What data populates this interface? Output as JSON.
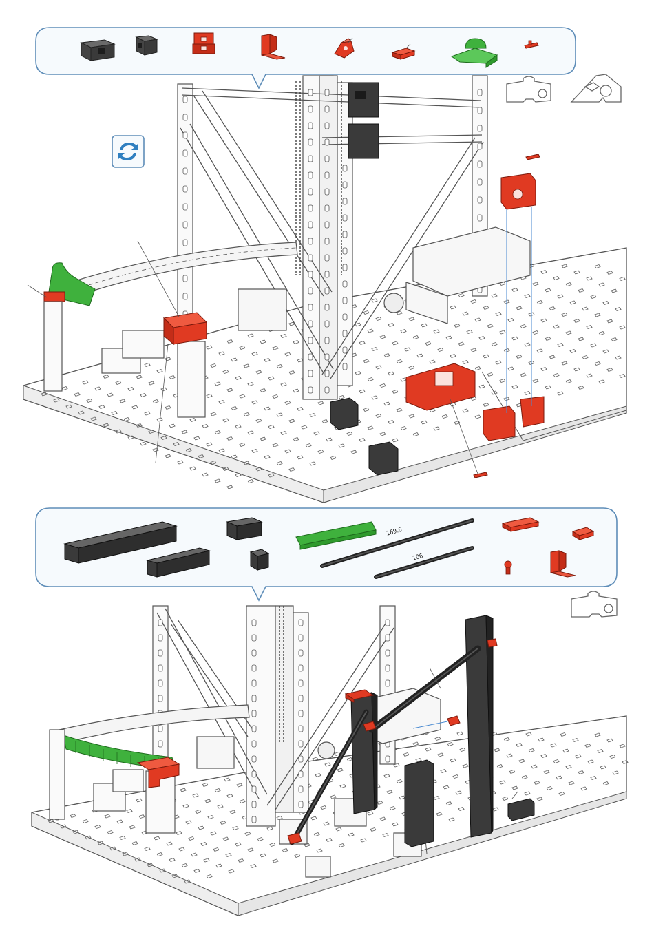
{
  "step1": {
    "parts": [
      {
        "id": "building-block-30-black",
        "color": "#3a3a3a"
      },
      {
        "id": "building-block-15-black",
        "color": "#3a3a3a"
      },
      {
        "id": "building-block-15-two-pins-red",
        "color": "#e03a22"
      },
      {
        "id": "angle-bracket-red",
        "color": "#e03a22"
      },
      {
        "id": "angle-block-red",
        "color": "#e03a22"
      },
      {
        "id": "building-plate-15x30-red",
        "color": "#e03a22"
      },
      {
        "id": "hinge-green",
        "color": "#3fb13d"
      },
      {
        "id": "spring-cam-red",
        "color": "#e03a22"
      }
    ],
    "rotate_icon": "rotate-arrows-icon"
  },
  "step2": {
    "rod_lengths": [
      "169.6",
      "106"
    ],
    "parts": [
      {
        "id": "u-girder-long-black",
        "color": "#3a3a3a"
      },
      {
        "id": "u-girder-short-black",
        "color": "#3a3a3a"
      },
      {
        "id": "building-block-30-black",
        "color": "#3a3a3a"
      },
      {
        "id": "building-block-15-black",
        "color": "#3a3a3a"
      },
      {
        "id": "track-segment-green",
        "color": "#3fb13d"
      },
      {
        "id": "strut-169-6-black",
        "color": "#2b2b2b"
      },
      {
        "id": "strut-106-black",
        "color": "#2b2b2b"
      },
      {
        "id": "building-plate-red",
        "color": "#e03a22"
      },
      {
        "id": "spring-cam-red",
        "color": "#e03a22"
      },
      {
        "id": "angle-bracket-red",
        "color": "#e03a22"
      },
      {
        "id": "pin-red",
        "color": "#e03a22"
      }
    ]
  },
  "colors": {
    "callout_border": "#5e8db8",
    "callout_fill": "#f6fafd",
    "red": "#e03a22",
    "black": "#3a3a3a",
    "green": "#3fb13d",
    "outline": "#555555",
    "rotate_blue": "#2f7fc0"
  }
}
